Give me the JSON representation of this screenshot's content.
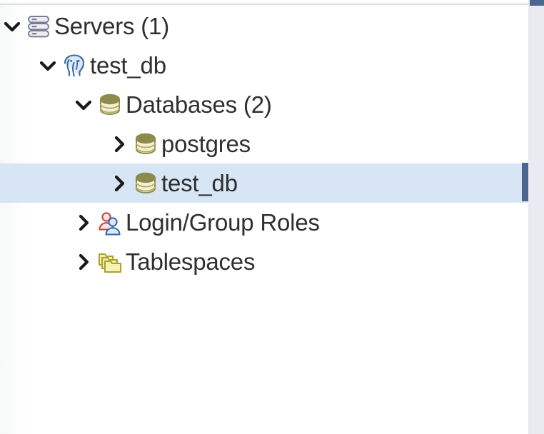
{
  "panel": {
    "name": "object-browser-tree",
    "background": "#ffffff",
    "selection_color": "#d7e5f5",
    "scrollbar_color": "#4a6691",
    "gutter_color": "#e9ebf0",
    "text_color": "#2f2f2f"
  },
  "tree": {
    "nodes": [
      {
        "id": "servers",
        "label": "Servers (1)",
        "icon": "server-rack-icon",
        "depth": 0,
        "state": "expanded",
        "twisty": "chevron-down-icon",
        "selected": false
      },
      {
        "id": "test_db-server",
        "label": "test_db",
        "icon": "postgresql-elephant-icon",
        "depth": 1,
        "state": "expanded",
        "twisty": "chevron-down-icon",
        "selected": false
      },
      {
        "id": "databases",
        "label": "Databases (2)",
        "icon": "database-coll-icon",
        "depth": 2,
        "state": "expanded",
        "twisty": "chevron-down-icon",
        "selected": false
      },
      {
        "id": "postgres",
        "label": "postgres",
        "icon": "database-icon",
        "depth": 3,
        "state": "collapsed",
        "twisty": "chevron-right-icon",
        "selected": false
      },
      {
        "id": "test_db-database",
        "label": "test_db",
        "icon": "database-icon",
        "depth": 3,
        "state": "collapsed",
        "twisty": "chevron-right-icon",
        "selected": true
      },
      {
        "id": "login-group-roles",
        "label": "Login/Group Roles",
        "icon": "users-icon",
        "depth": 2,
        "state": "collapsed",
        "twisty": "chevron-right-icon",
        "selected": false
      },
      {
        "id": "tablespaces",
        "label": "Tablespaces",
        "icon": "folders-icon",
        "depth": 2,
        "state": "collapsed",
        "twisty": "chevron-right-icon",
        "selected": false
      }
    ]
  }
}
